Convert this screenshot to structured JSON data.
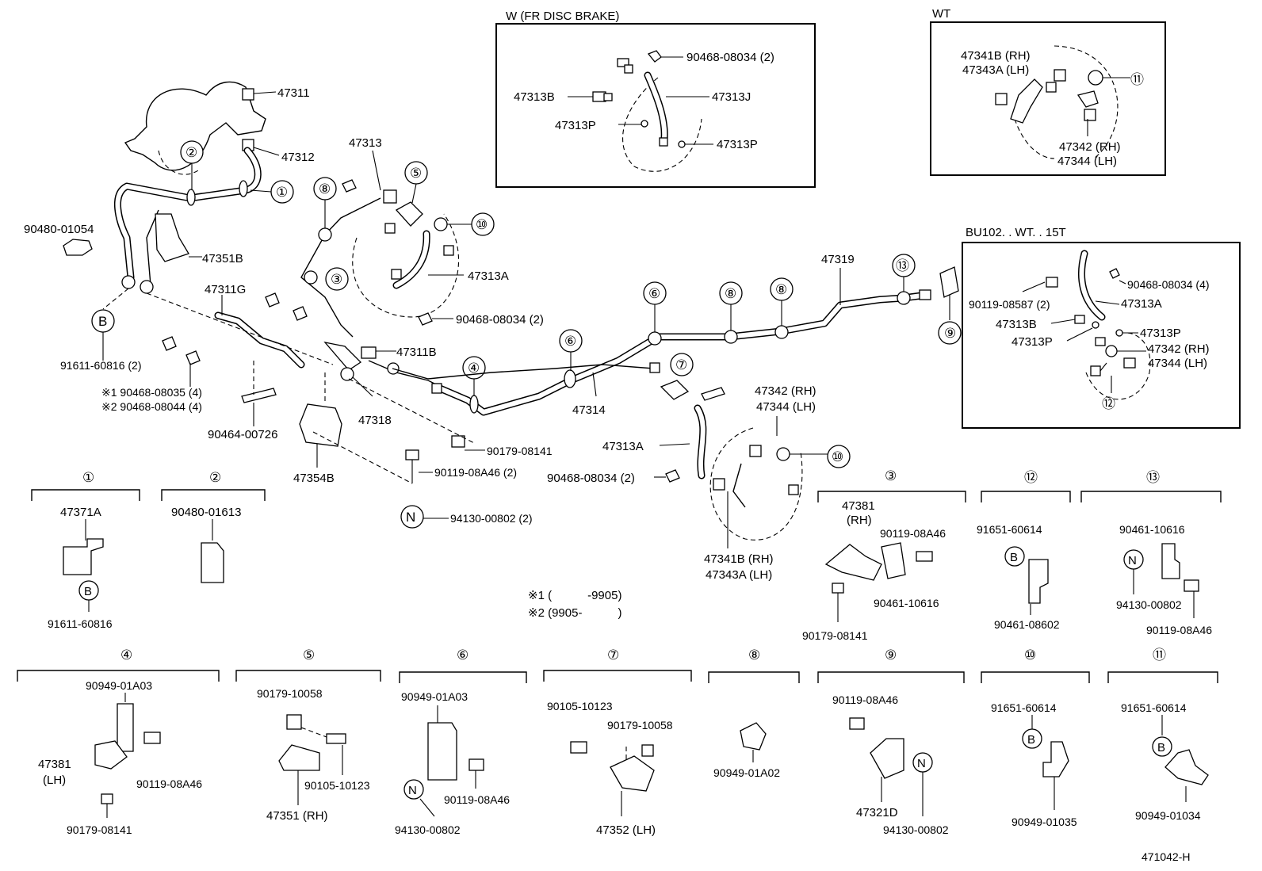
{
  "insets": {
    "fr_disc": {
      "title": "W (FR DISC BRAKE)",
      "labels": [
        "90468-08034 (2)",
        "47313B",
        "47313J",
        "47313P",
        "47313P"
      ]
    },
    "wt": {
      "title": "WT",
      "labels": [
        "47341B (RH)",
        "47343A (LH)",
        "47342 (RH)",
        "47344 (LH)"
      ],
      "callouts": [
        "⑪"
      ]
    },
    "bu102": {
      "title": "BU102. . WT. . 15T",
      "labels": [
        "90468-08034 (4)",
        "90119-08587 (2)",
        "47313A",
        "47313B",
        "47313P",
        "47313P",
        "47342 (RH)",
        "47344 (LH)"
      ],
      "callouts": [
        "⑫"
      ]
    }
  },
  "main_labels": {
    "p47311": "47311",
    "p47312": "47312",
    "p90480_01054": "90480-01054",
    "p47351B": "47351B",
    "p47311G": "47311G",
    "p91611_60816_2": "91611-60816 (2)",
    "p90468_08035": "※1 90468-08035 (4)",
    "p90468_08044": "※2 90468-08044 (4)",
    "p90464_00726": "90464-00726",
    "p47354B": "47354B",
    "p47318": "47318",
    "p47311B": "47311B",
    "p47313": "47313",
    "p47313A_top": "47313A",
    "p90468_08034_a": "90468-08034 (2)",
    "p47319": "47319",
    "p47314": "47314",
    "p90179_08141": "90179-08141",
    "p90119_08A46_2": "90119-08A46 (2)",
    "p94130_00802_2": "94130-00802 (2)",
    "p47313A_mid": "47313A",
    "p90468_08034_b": "90468-08034 (2)",
    "p47342": "47342 (RH)",
    "p47344": "47344 (LH)",
    "p47341B": "47341B (RH)",
    "p47343A": "47343A (LH)"
  },
  "callouts": {
    "c1": "①",
    "c2": "②",
    "c3": "③",
    "c4": "④",
    "c5": "⑤",
    "c6a": "⑥",
    "c6b": "⑥",
    "c7": "⑦",
    "c8a": "⑧",
    "c8b": "⑧",
    "c8c": "⑧",
    "c9": "⑨",
    "c10a": "⑩",
    "c10b": "⑩",
    "c13": "⑬",
    "cB": "B",
    "cN": "N"
  },
  "notes": {
    "n1": "※1 (　　　-9905)",
    "n2": "※2 (9905-　　　)"
  },
  "details": {
    "d1": {
      "num": "①",
      "top": "47371A",
      "bottom": "91611-60816",
      "badge": "B"
    },
    "d2": {
      "num": "②",
      "top": "90480-01613"
    },
    "d3": {
      "num": "③",
      "labels": [
        "47381",
        "(RH)",
        "90119-08A46",
        "90461-10616",
        "90179-08141"
      ]
    },
    "d12": {
      "num": "⑫",
      "top": "91651-60614",
      "badge": "B",
      "bottom": "90461-08602"
    },
    "d13": {
      "num": "⑬",
      "top": "90461-10616",
      "badge": "N",
      "mid": "94130-00802",
      "bottom": "90119-08A46"
    },
    "d4": {
      "num": "④",
      "labels": [
        "90949-01A03",
        "47381",
        "(LH)",
        "90119-08A46",
        "90179-08141"
      ]
    },
    "d5": {
      "num": "⑤",
      "labels": [
        "90179-10058",
        "90105-10123",
        "47351 (RH)"
      ]
    },
    "d6": {
      "num": "⑥",
      "labels": [
        "90949-01A03",
        "90119-08A46",
        "94130-00802"
      ],
      "badge": "N"
    },
    "d7": {
      "num": "⑦",
      "labels": [
        "90105-10123",
        "90179-10058",
        "47352 (LH)"
      ]
    },
    "d8": {
      "num": "⑧",
      "labels": [
        "90949-01A02"
      ]
    },
    "d9": {
      "num": "⑨",
      "labels": [
        "90119-08A46",
        "47321D",
        "94130-00802"
      ],
      "badge": "N"
    },
    "d10": {
      "num": "⑩",
      "top": "91651-60614",
      "badge": "B",
      "bottom": "90949-01035"
    },
    "d11": {
      "num": "⑪",
      "top": "91651-60614",
      "badge": "B",
      "bottom": "90949-01034"
    }
  },
  "figure_code": "471042-H"
}
